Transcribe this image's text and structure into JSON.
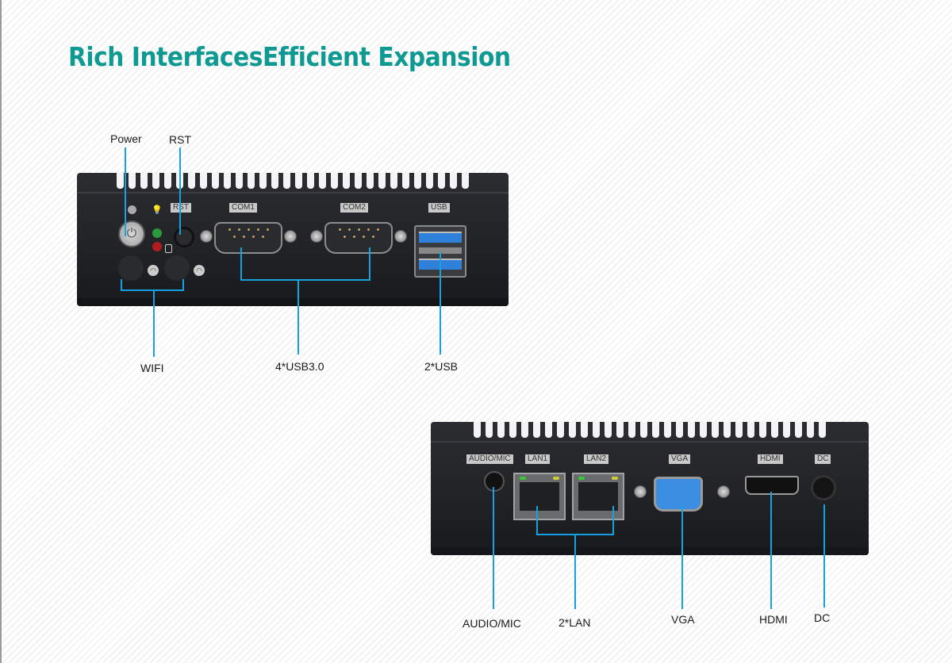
{
  "title": "Rich InterfacesEfficient Expansion",
  "accent_color": "#0e9a93",
  "callout_color": "#14a3e0",
  "front_panel": {
    "callouts": {
      "power": "Power",
      "rst": "RST",
      "wifi": "WIFI",
      "usb30": "4*USB3.0",
      "usb": "2*USB"
    },
    "panel_tags": {
      "rst": "RST",
      "com1": "COM1",
      "com2": "COM2",
      "usb": "USB"
    }
  },
  "rear_panel": {
    "callouts": {
      "audio": "AUDIO/MIC",
      "lan": "2*LAN",
      "vga": "VGA",
      "hdmi": "HDMI",
      "dc": "DC"
    },
    "panel_tags": {
      "audio": "AUDIO/MIC",
      "lan1": "LAN1",
      "lan2": "LAN2",
      "vga": "VGA",
      "hdmi": "HDMI",
      "dc": "DC"
    }
  }
}
